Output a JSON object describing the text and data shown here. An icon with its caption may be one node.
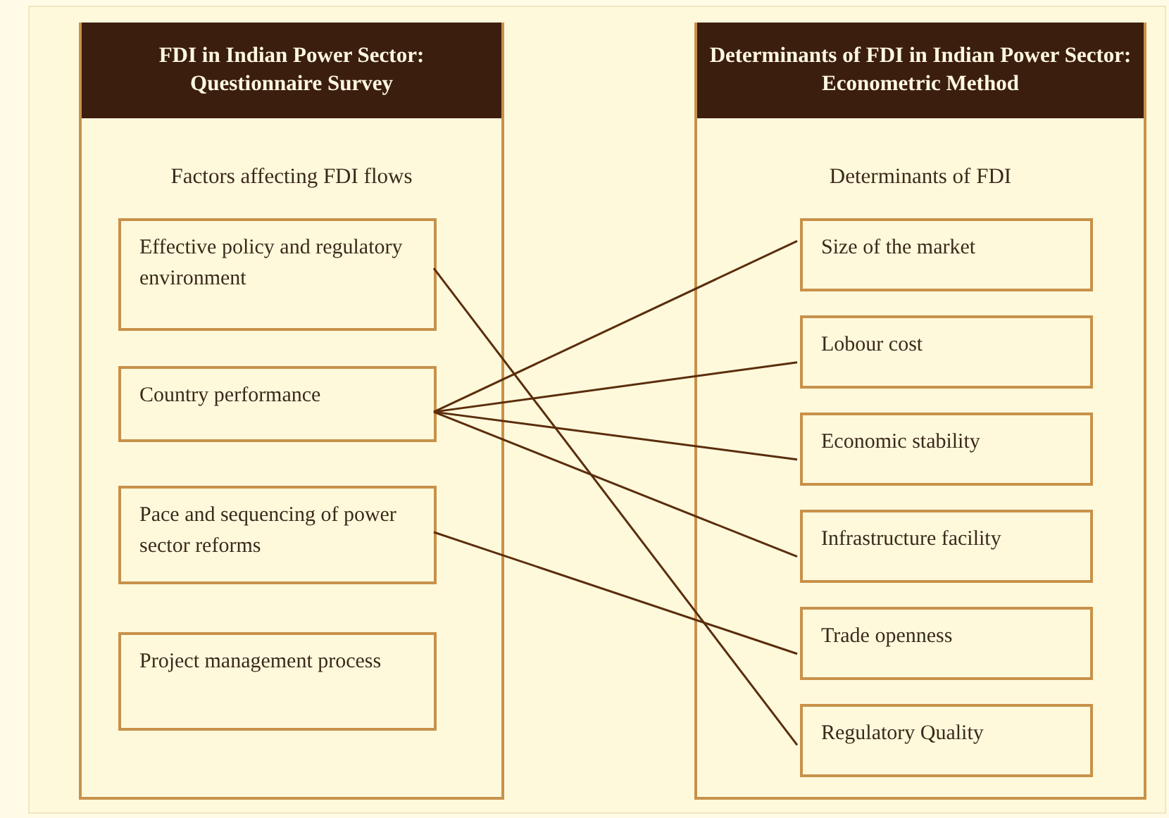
{
  "diagram": {
    "nodes": [
      {
        "text": [
          "FDI in Indian Power Sector: Questionnaire Survey",
          "Factors affecting FDI flows"
        ]
      },
      {
        "text": [
          "Effective policy and regulatory environment"
        ],
        "in": 0
      },
      {
        "text": [
          "Country performance"
        ],
        "in": 0
      },
      {
        "text": [
          "Pace and sequencing of power sector reforms"
        ],
        "in": 0
      },
      {
        "text": [
          "Project management process"
        ],
        "in": 0
      },
      {
        "text": [
          "Determinants of FDI in Indian Power Sector: Econometric Method",
          "Determinants of FDI"
        ]
      },
      {
        "text": [
          "Size of the market"
        ],
        "in": 5
      },
      {
        "text": [
          "Lobour cost"
        ],
        "in": 5
      },
      {
        "text": [
          "Economic stability"
        ],
        "in": 5
      },
      {
        "text": [
          "Infrastructure facility"
        ],
        "in": 5
      },
      {
        "text": [
          "Trade openness"
        ],
        "in": 5
      },
      {
        "text": [
          "Regulatory Quality"
        ],
        "in": 5
      }
    ],
    "edges": [
      {
        "from": 1,
        "to": 11,
        "arrow": "none"
      },
      {
        "from": 2,
        "to": 6,
        "arrow": "none"
      },
      {
        "from": 2,
        "to": 7,
        "arrow": "none"
      },
      {
        "from": 2,
        "to": 8,
        "arrow": "none"
      },
      {
        "from": 2,
        "to": 9,
        "arrow": "none"
      },
      {
        "from": 3,
        "to": 10,
        "arrow": "none"
      }
    ]
  }
}
